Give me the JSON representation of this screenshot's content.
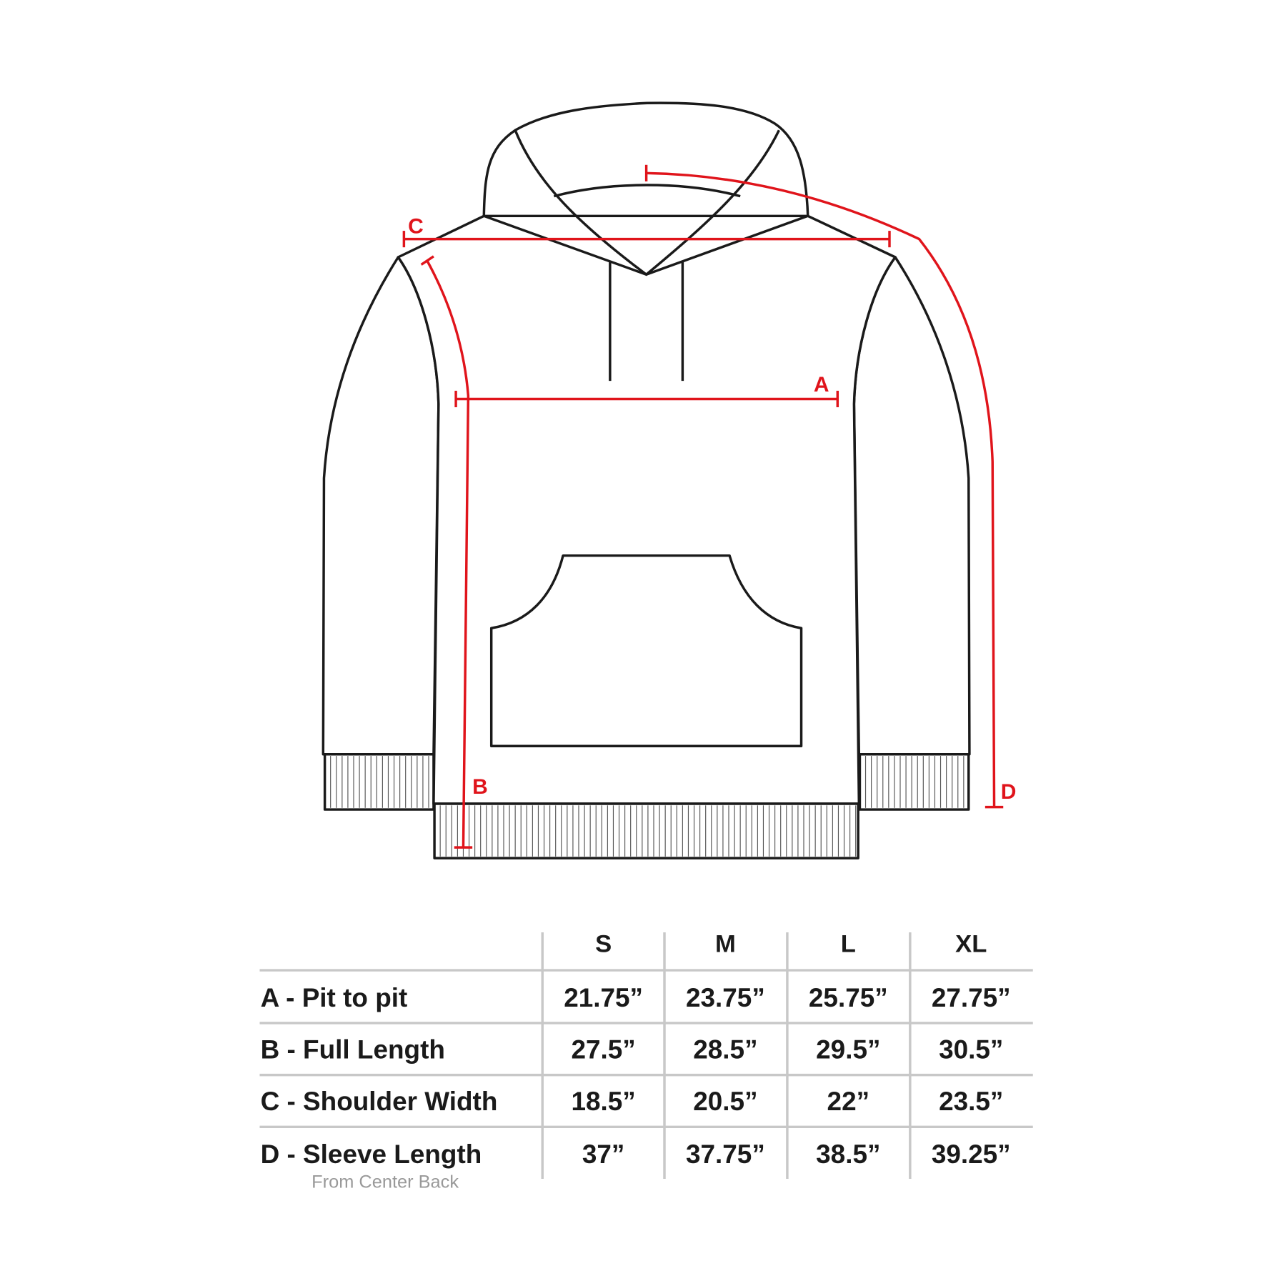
{
  "diagram": {
    "subject": "Hoodie size chart",
    "measurement_color": "#e0141b",
    "markers": {
      "A": "A",
      "B": "B",
      "C": "C",
      "D": "D"
    }
  },
  "table": {
    "sizes": [
      "S",
      "M",
      "L",
      "XL"
    ],
    "rows": [
      {
        "label": "A - Pit to pit",
        "values": [
          "21.75”",
          "23.75”",
          "25.75”",
          "27.75”"
        ]
      },
      {
        "label": "B - Full Length",
        "values": [
          "27.5”",
          "28.5”",
          "29.5”",
          "30.5”"
        ]
      },
      {
        "label": "C - Shoulder Width",
        "values": [
          "18.5”",
          "20.5”",
          "22”",
          "23.5”"
        ]
      },
      {
        "label": "D - Sleeve Length",
        "sublabel": "From Center Back",
        "values": [
          "37”",
          "37.75”",
          "38.5”",
          "39.25”"
        ]
      }
    ]
  }
}
